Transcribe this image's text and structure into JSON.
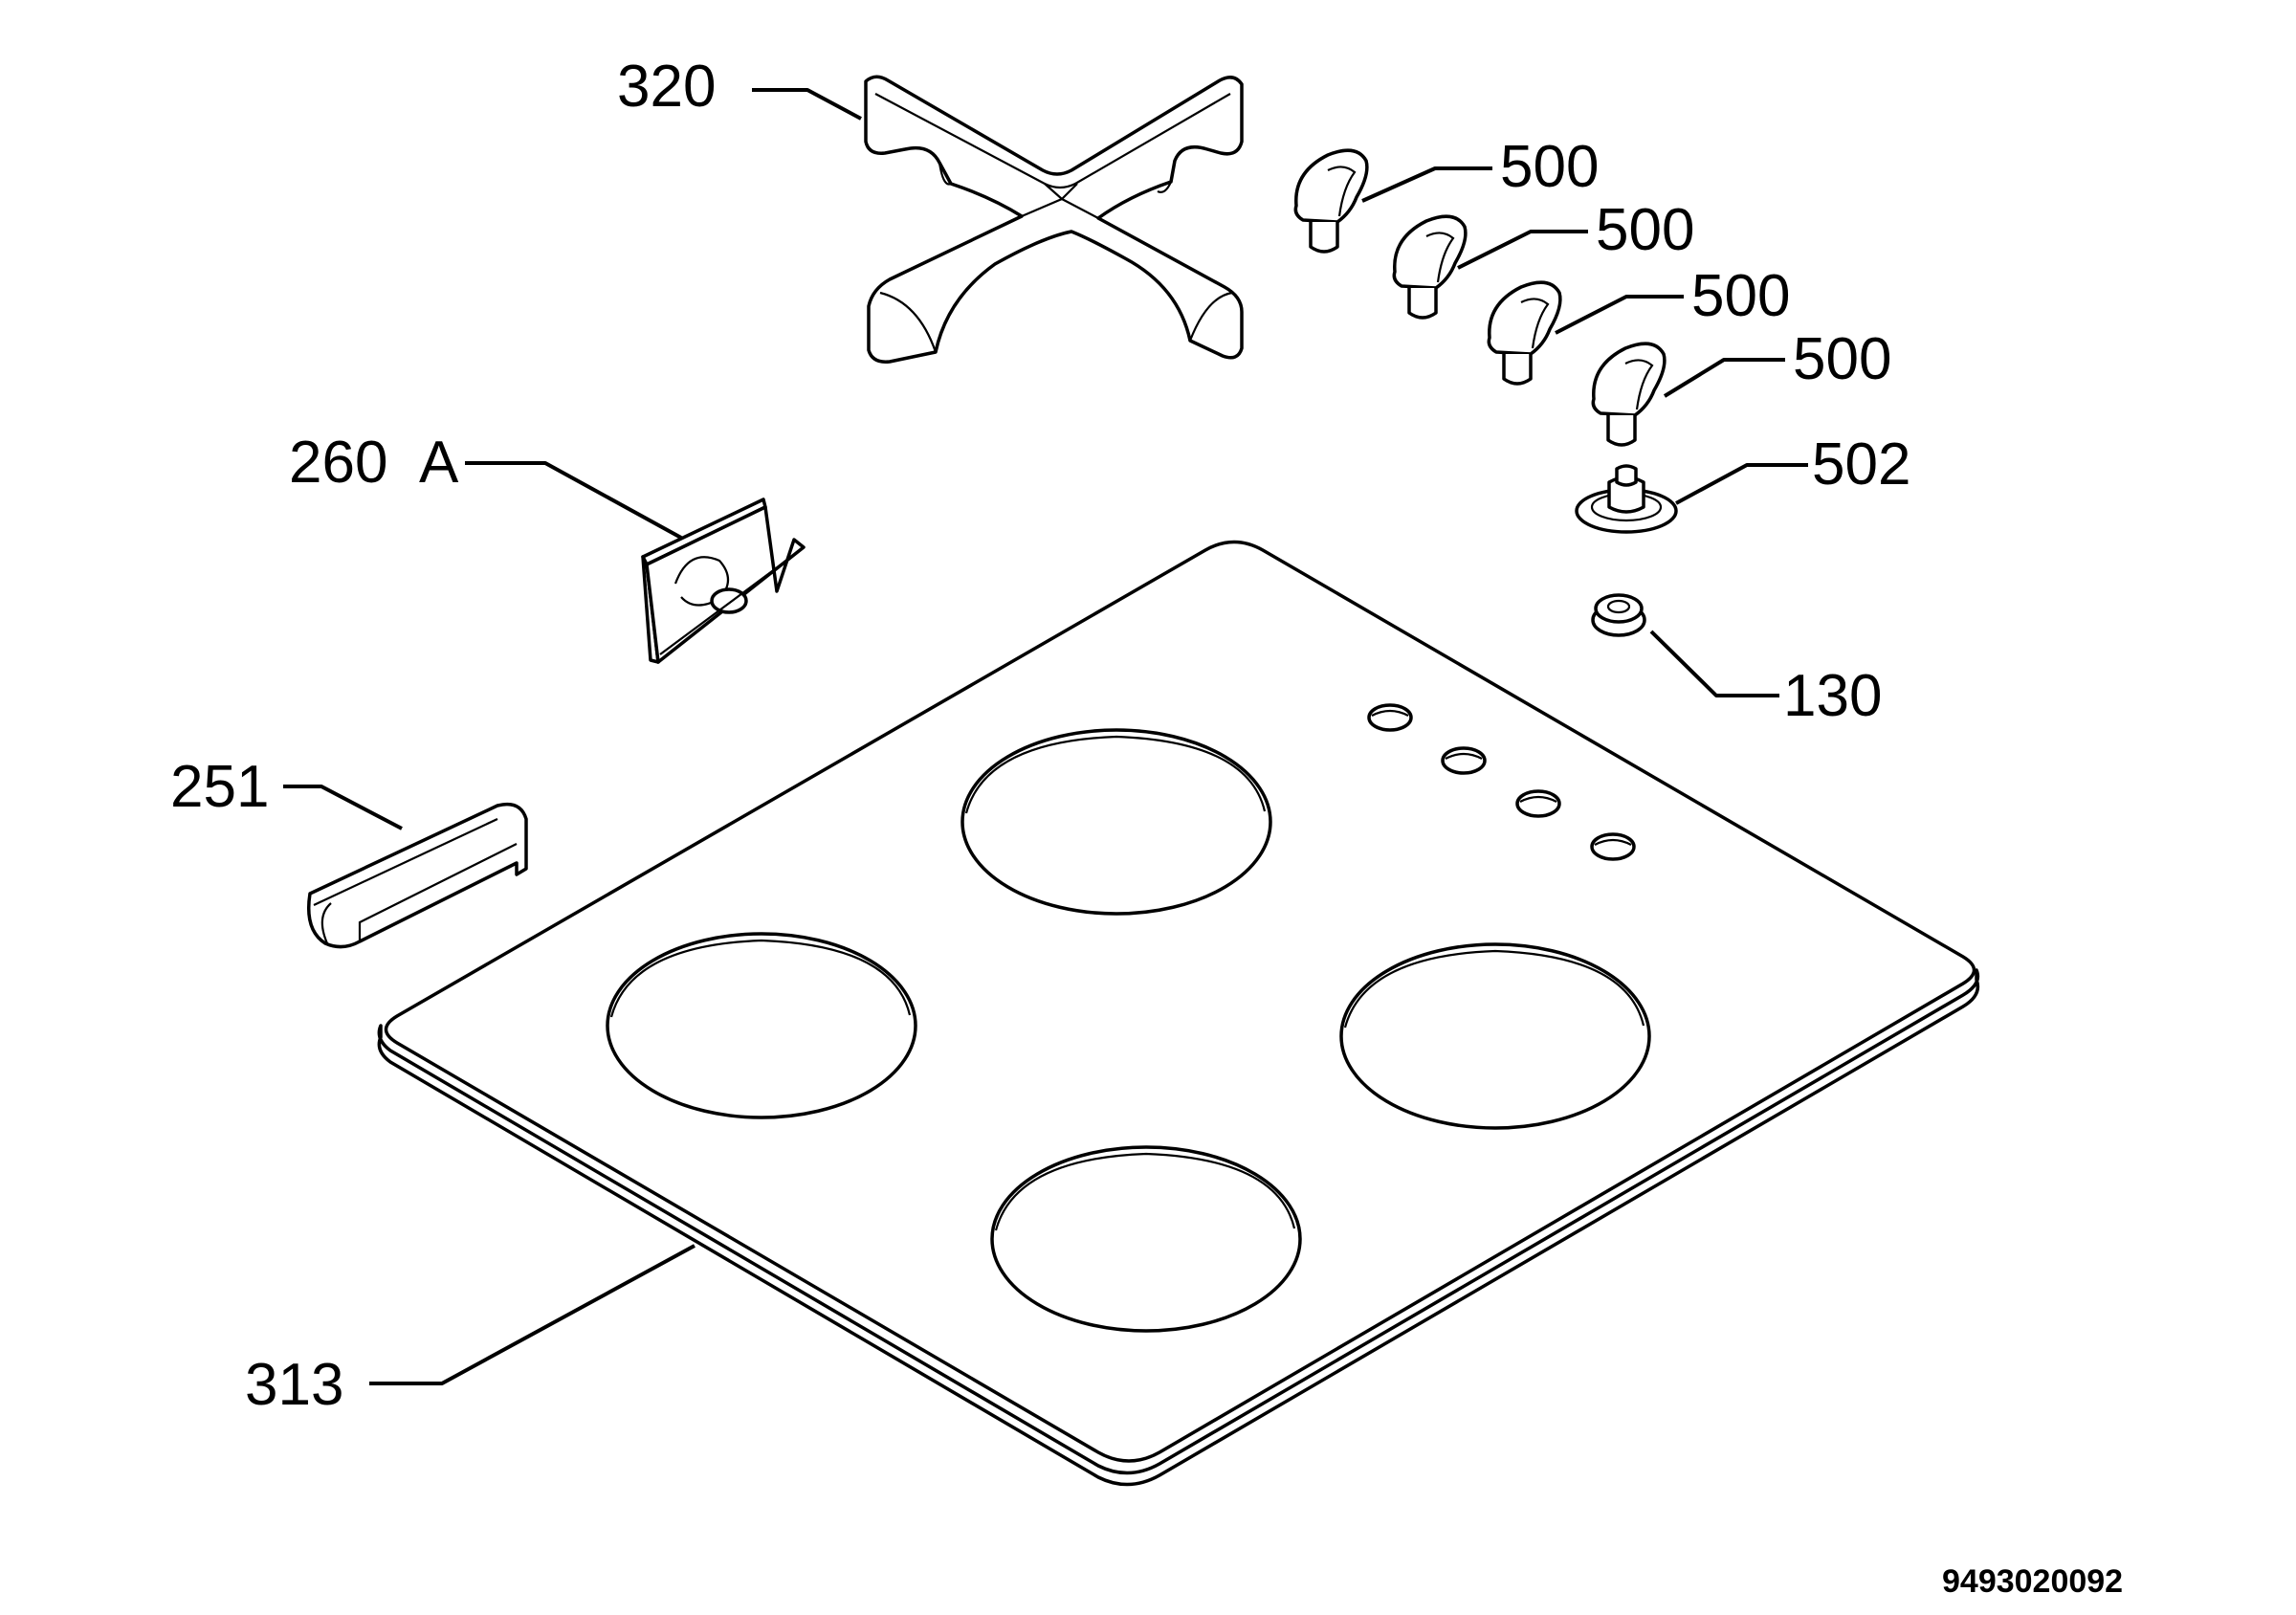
{
  "diagram": {
    "labels": {
      "grid": "320",
      "knob_1": "500",
      "knob_2": "500",
      "knob_3": "500",
      "knob_4": "500",
      "washer": "502",
      "bushing": "130",
      "plate_part": "260",
      "plate_suffix": "A",
      "clip": "251",
      "hob_top": "313"
    },
    "drawing_code": "9493020092"
  }
}
